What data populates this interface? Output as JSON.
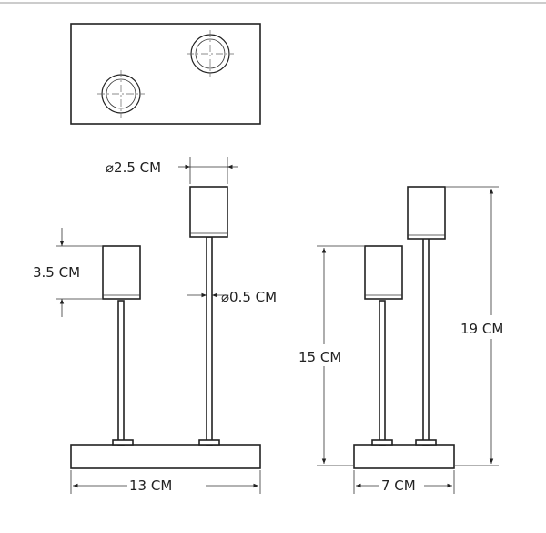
{
  "colors": {
    "ink": "#222222",
    "background": "#ffffff"
  },
  "dimensions": {
    "shade_diameter": "2.5 CM",
    "shade_height": "3.5 CM",
    "rod_diameter": "0.5 CM",
    "base_length": "13 CM",
    "base_depth": "7 CM",
    "short_height": "15 CM",
    "tall_height": "19 CM"
  }
}
